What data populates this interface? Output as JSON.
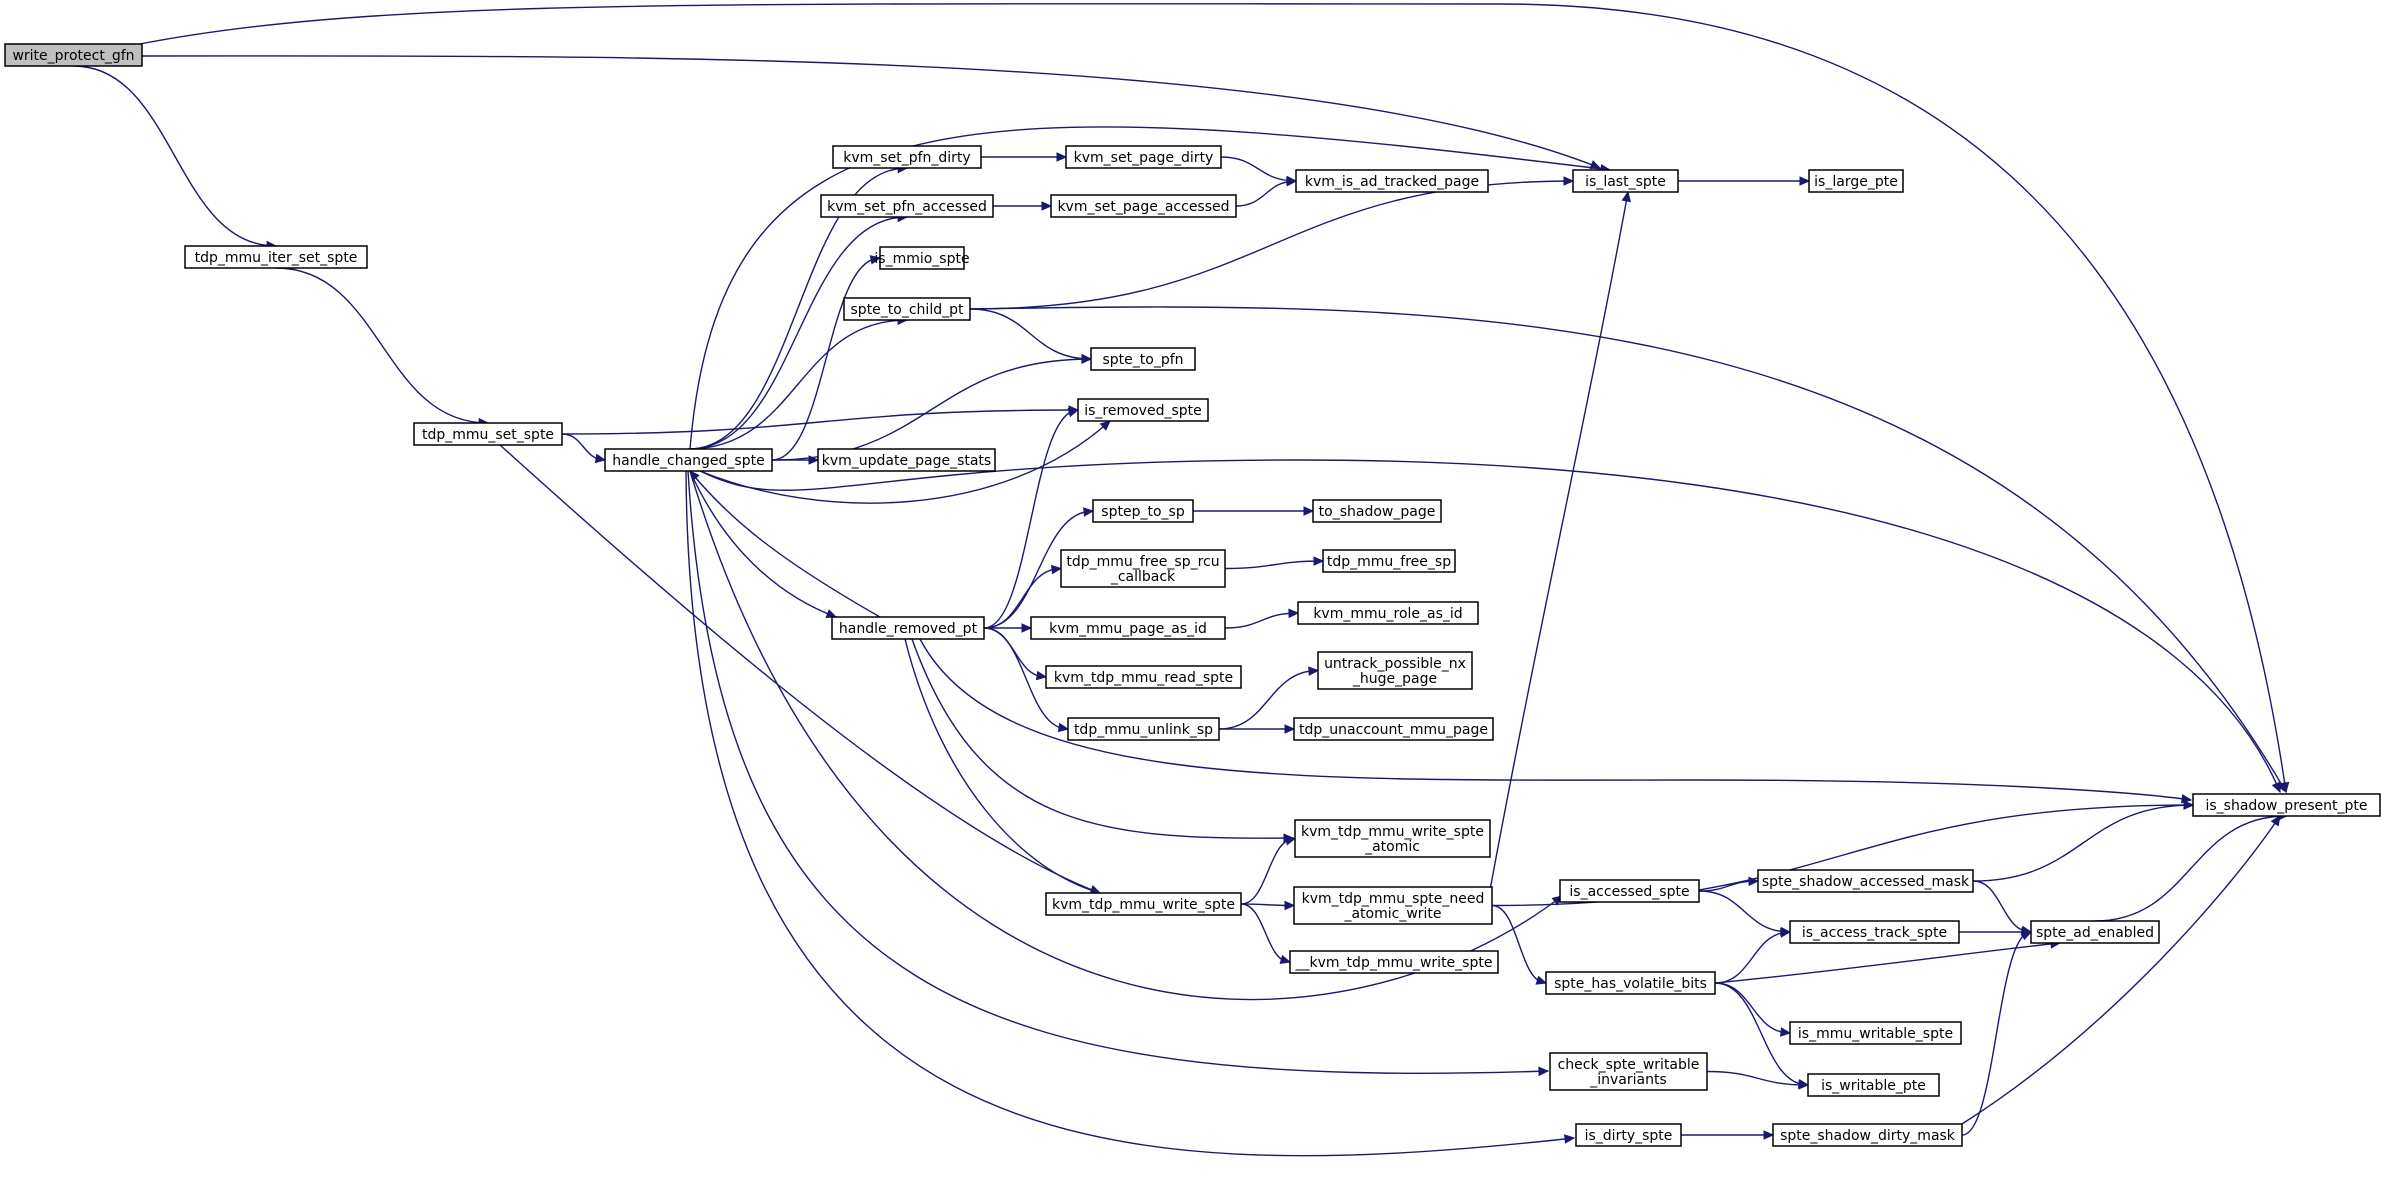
{
  "graph": {
    "type": "call-graph",
    "root": "write_protect_gfn",
    "colors": {
      "edge": "#191970",
      "node_border": "#000000",
      "root_fill": "#bfbfbf",
      "node_fill": "#ffffff"
    },
    "nodes": [
      {
        "id": "write_protect_gfn",
        "lines": [
          "write_protect_gfn"
        ]
      },
      {
        "id": "tdp_mmu_iter_set_spte",
        "lines": [
          "tdp_mmu_iter_set_spte"
        ]
      },
      {
        "id": "tdp_mmu_set_spte",
        "lines": [
          "tdp_mmu_set_spte"
        ]
      },
      {
        "id": "handle_changed_spte",
        "lines": [
          "handle_changed_spte"
        ]
      },
      {
        "id": "kvm_set_pfn_dirty",
        "lines": [
          "kvm_set_pfn_dirty"
        ]
      },
      {
        "id": "kvm_set_pfn_accessed",
        "lines": [
          "kvm_set_pfn_accessed"
        ]
      },
      {
        "id": "is_mmio_spte",
        "lines": [
          "is_mmio_spte"
        ]
      },
      {
        "id": "spte_to_child_pt",
        "lines": [
          "spte_to_child_pt"
        ]
      },
      {
        "id": "kvm_set_page_dirty",
        "lines": [
          "kvm_set_page_dirty"
        ]
      },
      {
        "id": "kvm_set_page_accessed",
        "lines": [
          "kvm_set_page_accessed"
        ]
      },
      {
        "id": "kvm_is_ad_tracked_page",
        "lines": [
          "kvm_is_ad_tracked_page"
        ]
      },
      {
        "id": "is_last_spte",
        "lines": [
          "is_last_spte"
        ]
      },
      {
        "id": "is_large_pte",
        "lines": [
          "is_large_pte"
        ]
      },
      {
        "id": "spte_to_pfn",
        "lines": [
          "spte_to_pfn"
        ]
      },
      {
        "id": "is_removed_spte",
        "lines": [
          "is_removed_spte"
        ]
      },
      {
        "id": "kvm_update_page_stats",
        "lines": [
          "kvm_update_page_stats"
        ]
      },
      {
        "id": "sptep_to_sp",
        "lines": [
          "sptep_to_sp"
        ]
      },
      {
        "id": "to_shadow_page",
        "lines": [
          "to_shadow_page"
        ]
      },
      {
        "id": "tdp_mmu_free_sp_rcu_callback",
        "lines": [
          "tdp_mmu_free_sp_rcu",
          "_callback"
        ]
      },
      {
        "id": "tdp_mmu_free_sp",
        "lines": [
          "tdp_mmu_free_sp"
        ]
      },
      {
        "id": "handle_removed_pt",
        "lines": [
          "handle_removed_pt"
        ]
      },
      {
        "id": "kvm_mmu_page_as_id",
        "lines": [
          "kvm_mmu_page_as_id"
        ]
      },
      {
        "id": "kvm_mmu_role_as_id",
        "lines": [
          "kvm_mmu_role_as_id"
        ]
      },
      {
        "id": "kvm_tdp_mmu_read_spte",
        "lines": [
          "kvm_tdp_mmu_read_spte"
        ]
      },
      {
        "id": "untrack_possible_nx_huge_page",
        "lines": [
          "untrack_possible_nx",
          "_huge_page"
        ]
      },
      {
        "id": "tdp_mmu_unlink_sp",
        "lines": [
          "tdp_mmu_unlink_sp"
        ]
      },
      {
        "id": "tdp_unaccount_mmu_page",
        "lines": [
          "tdp_unaccount_mmu_page"
        ]
      },
      {
        "id": "is_shadow_present_pte",
        "lines": [
          "is_shadow_present_pte"
        ]
      },
      {
        "id": "kvm_tdp_mmu_write_spte_atomic",
        "lines": [
          "kvm_tdp_mmu_write_spte",
          "_atomic"
        ]
      },
      {
        "id": "kvm_tdp_mmu_write_spte",
        "lines": [
          "kvm_tdp_mmu_write_spte"
        ]
      },
      {
        "id": "kvm_tdp_mmu_spte_need_atomic_write",
        "lines": [
          "kvm_tdp_mmu_spte_need",
          "_atomic_write"
        ]
      },
      {
        "id": "__kvm_tdp_mmu_write_spte",
        "lines": [
          "__kvm_tdp_mmu_write_spte"
        ]
      },
      {
        "id": "spte_shadow_accessed_mask",
        "lines": [
          "spte_shadow_accessed_mask"
        ]
      },
      {
        "id": "is_accessed_spte",
        "lines": [
          "is_accessed_spte"
        ]
      },
      {
        "id": "is_access_track_spte",
        "lines": [
          "is_access_track_spte"
        ]
      },
      {
        "id": "spte_ad_enabled",
        "lines": [
          "spte_ad_enabled"
        ]
      },
      {
        "id": "spte_has_volatile_bits",
        "lines": [
          "spte_has_volatile_bits"
        ]
      },
      {
        "id": "is_mmu_writable_spte",
        "lines": [
          "is_mmu_writable_spte"
        ]
      },
      {
        "id": "check_spte_writable_invariants",
        "lines": [
          "check_spte_writable",
          "_invariants"
        ]
      },
      {
        "id": "is_writable_pte",
        "lines": [
          "is_writable_pte"
        ]
      },
      {
        "id": "is_dirty_spte",
        "lines": [
          "is_dirty_spte"
        ]
      },
      {
        "id": "spte_shadow_dirty_mask",
        "lines": [
          "spte_shadow_dirty_mask"
        ]
      }
    ],
    "edges": [
      [
        "write_protect_gfn",
        "tdp_mmu_iter_set_spte"
      ],
      [
        "write_protect_gfn",
        "is_last_spte"
      ],
      [
        "write_protect_gfn",
        "is_shadow_present_pte"
      ],
      [
        "tdp_mmu_iter_set_spte",
        "tdp_mmu_set_spte"
      ],
      [
        "tdp_mmu_set_spte",
        "handle_changed_spte"
      ],
      [
        "tdp_mmu_set_spte",
        "is_removed_spte"
      ],
      [
        "tdp_mmu_set_spte",
        "kvm_tdp_mmu_write_spte"
      ],
      [
        "handle_changed_spte",
        "kvm_set_pfn_dirty"
      ],
      [
        "handle_changed_spte",
        "kvm_set_pfn_accessed"
      ],
      [
        "handle_changed_spte",
        "is_mmio_spte"
      ],
      [
        "handle_changed_spte",
        "spte_to_child_pt"
      ],
      [
        "handle_changed_spte",
        "is_last_spte"
      ],
      [
        "handle_changed_spte",
        "spte_to_pfn"
      ],
      [
        "handle_changed_spte",
        "is_removed_spte"
      ],
      [
        "handle_changed_spte",
        "kvm_update_page_stats"
      ],
      [
        "handle_changed_spte",
        "handle_removed_pt"
      ],
      [
        "handle_changed_spte",
        "is_shadow_present_pte"
      ],
      [
        "handle_changed_spte",
        "is_accessed_spte"
      ],
      [
        "handle_changed_spte",
        "check_spte_writable_invariants"
      ],
      [
        "handle_changed_spte",
        "is_dirty_spte"
      ],
      [
        "kvm_set_pfn_dirty",
        "kvm_set_page_dirty"
      ],
      [
        "kvm_set_page_dirty",
        "kvm_is_ad_tracked_page"
      ],
      [
        "kvm_set_pfn_accessed",
        "kvm_set_page_accessed"
      ],
      [
        "kvm_set_page_accessed",
        "kvm_is_ad_tracked_page"
      ],
      [
        "spte_to_child_pt",
        "is_last_spte"
      ],
      [
        "spte_to_child_pt",
        "spte_to_pfn"
      ],
      [
        "spte_to_child_pt",
        "is_shadow_present_pte"
      ],
      [
        "is_last_spte",
        "is_large_pte"
      ],
      [
        "handle_removed_pt",
        "handle_changed_spte"
      ],
      [
        "handle_removed_pt",
        "sptep_to_sp"
      ],
      [
        "handle_removed_pt",
        "tdp_mmu_free_sp_rcu_callback"
      ],
      [
        "handle_removed_pt",
        "kvm_mmu_page_as_id"
      ],
      [
        "handle_removed_pt",
        "kvm_tdp_mmu_read_spte"
      ],
      [
        "handle_removed_pt",
        "tdp_mmu_unlink_sp"
      ],
      [
        "handle_removed_pt",
        "is_removed_spte"
      ],
      [
        "handle_removed_pt",
        "is_shadow_present_pte"
      ],
      [
        "handle_removed_pt",
        "kvm_tdp_mmu_write_spte_atomic"
      ],
      [
        "handle_removed_pt",
        "kvm_tdp_mmu_write_spte"
      ],
      [
        "sptep_to_sp",
        "to_shadow_page"
      ],
      [
        "tdp_mmu_free_sp_rcu_callback",
        "tdp_mmu_free_sp"
      ],
      [
        "kvm_mmu_page_as_id",
        "kvm_mmu_role_as_id"
      ],
      [
        "tdp_mmu_unlink_sp",
        "untrack_possible_nx_huge_page"
      ],
      [
        "tdp_mmu_unlink_sp",
        "tdp_unaccount_mmu_page"
      ],
      [
        "kvm_tdp_mmu_write_spte",
        "kvm_tdp_mmu_write_spte_atomic"
      ],
      [
        "kvm_tdp_mmu_write_spte",
        "kvm_tdp_mmu_spte_need_atomic_write"
      ],
      [
        "kvm_tdp_mmu_write_spte",
        "__kvm_tdp_mmu_write_spte"
      ],
      [
        "kvm_tdp_mmu_spte_need_atomic_write",
        "is_last_spte"
      ],
      [
        "kvm_tdp_mmu_spte_need_atomic_write",
        "is_shadow_present_pte"
      ],
      [
        "kvm_tdp_mmu_spte_need_atomic_write",
        "spte_has_volatile_bits"
      ],
      [
        "is_accessed_spte",
        "spte_shadow_accessed_mask"
      ],
      [
        "is_accessed_spte",
        "is_access_track_spte"
      ],
      [
        "spte_shadow_accessed_mask",
        "is_shadow_present_pte"
      ],
      [
        "spte_shadow_accessed_mask",
        "spte_ad_enabled"
      ],
      [
        "is_access_track_spte",
        "spte_ad_enabled"
      ],
      [
        "spte_ad_enabled",
        "is_shadow_present_pte"
      ],
      [
        "spte_has_volatile_bits",
        "is_access_track_spte"
      ],
      [
        "spte_has_volatile_bits",
        "spte_ad_enabled"
      ],
      [
        "spte_has_volatile_bits",
        "is_mmu_writable_spte"
      ],
      [
        "spte_has_volatile_bits",
        "is_writable_pte"
      ],
      [
        "check_spte_writable_invariants",
        "is_writable_pte"
      ],
      [
        "is_dirty_spte",
        "spte_shadow_dirty_mask"
      ],
      [
        "spte_shadow_dirty_mask",
        "spte_ad_enabled"
      ],
      [
        "spte_shadow_dirty_mask",
        "is_shadow_present_pte"
      ]
    ]
  }
}
